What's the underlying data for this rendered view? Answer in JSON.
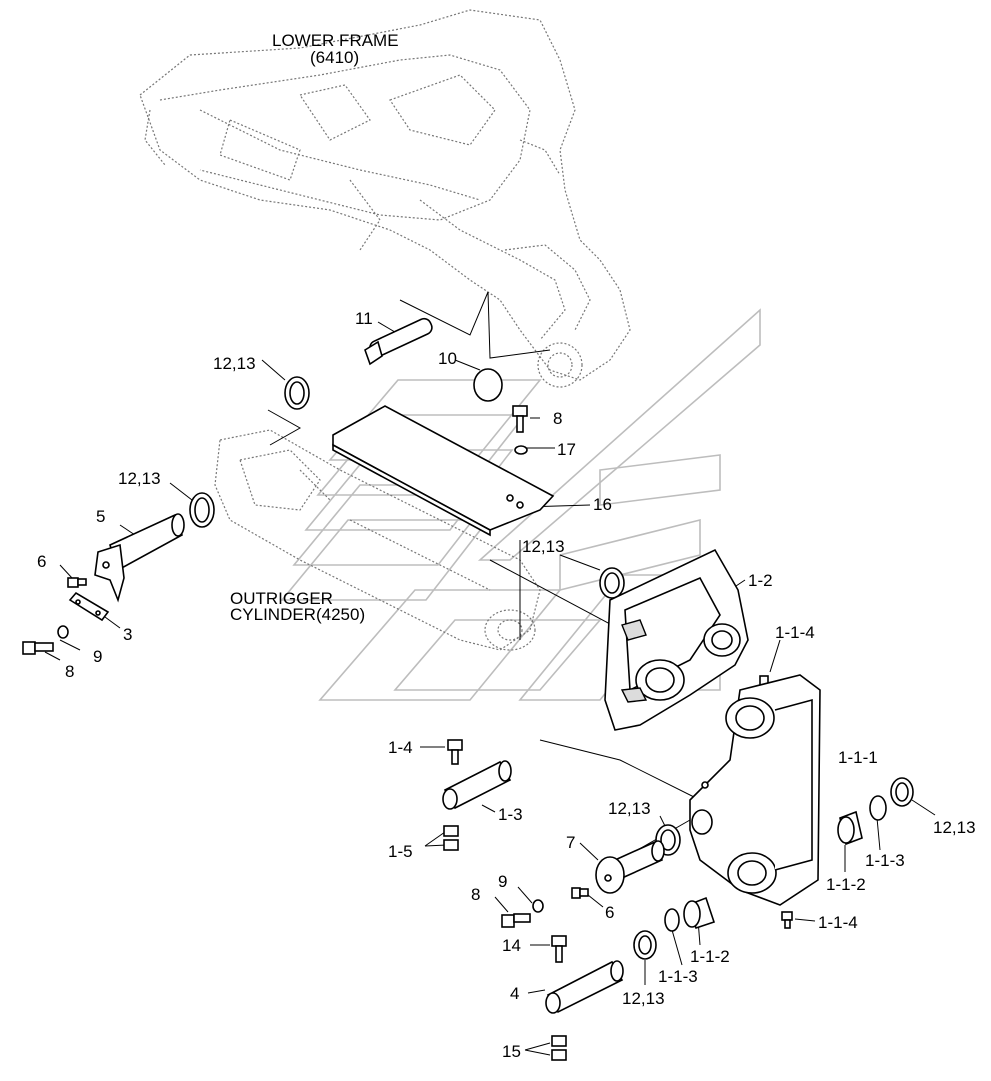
{
  "labels": {
    "lower_frame": "LOWER FRAME",
    "lower_frame_no": "(6410)",
    "outrigger_line1": "OUTRIGGER",
    "outrigger_line2": "CYLINDER(4250)",
    "p11": "11",
    "p10": "10",
    "p12_13_a": "12,13",
    "p8_a": "8",
    "p17": "17",
    "p12_13_b": "12,13",
    "p5": "5",
    "p16": "16",
    "p12_13_c": "12,13",
    "p6_a": "6",
    "p1_2": "1-2",
    "p3": "3",
    "p9_a": "9",
    "p8_b": "8",
    "p1_1_4_a": "1-1-4",
    "p1_4": "1-4",
    "p1_1_1": "1-1-1",
    "p1_3": "1-3",
    "p12_13_d": "12,13",
    "p12_13_e": "12,13",
    "p1_5": "1-5",
    "p7": "7",
    "p1_1_3_a": "1-1-3",
    "p1_1_2_a": "1-1-2",
    "p9_b": "9",
    "p8_c": "8",
    "p6_b": "6",
    "p1_1_4_b": "1-1-4",
    "p14": "14",
    "p1_1_2_b": "1-1-2",
    "p4": "4",
    "p1_1_3_b": "1-1-3",
    "p12_13_f": "12,13",
    "p15": "15"
  }
}
